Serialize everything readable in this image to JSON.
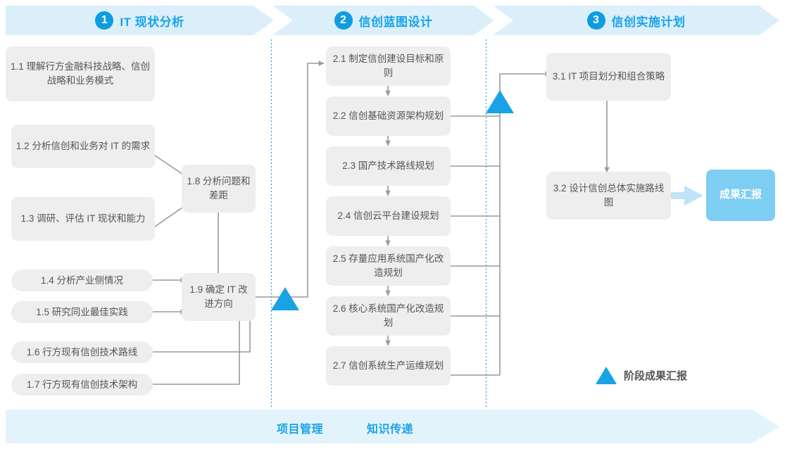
{
  "phases": [
    {
      "num": "1",
      "label": "IT 现状分析"
    },
    {
      "num": "2",
      "label": "信创蓝图设计"
    },
    {
      "num": "3",
      "label": "信创实施计划"
    }
  ],
  "colors": {
    "accent": "#1aa3e8",
    "phase_band": "#dbeffb",
    "bottom_band": "#e3f3fc",
    "node_fill": "#eeeeee",
    "node_text": "#555555",
    "result_fill": "#7ecdf2",
    "connector": "#999999",
    "milestone": "#19a3e4",
    "divider": "#2aa9e0"
  },
  "column1": [
    {
      "id": "1.1",
      "text": "1.1 理解行方金融科技战略、信创战略和业务模式"
    },
    {
      "id": "1.2",
      "text": "1.2 分析信创和业务对 IT 的需求"
    },
    {
      "id": "1.3",
      "text": "1.3 调研、评估 IT 现状和能力"
    },
    {
      "id": "1.4",
      "text": "1.4 分析产业侧情况"
    },
    {
      "id": "1.5",
      "text": "1.5 研究同业最佳实践"
    },
    {
      "id": "1.6",
      "text": "1.6 行方现有信创技术路线"
    },
    {
      "id": "1.7",
      "text": "1.7 行方现有信创技术架构"
    }
  ],
  "column1_merge": [
    {
      "id": "1.8",
      "text": "1.8 分析问题和差距"
    },
    {
      "id": "1.9",
      "text": "1.9 确定 IT 改进方向"
    }
  ],
  "column2": [
    {
      "id": "2.1",
      "text": "2.1 制定信创建设目标和原则"
    },
    {
      "id": "2.2",
      "text": "2.2 信创基础资源架构规划"
    },
    {
      "id": "2.3",
      "text": "2.3 国产技术路线规划"
    },
    {
      "id": "2.4",
      "text": "2.4 信创云平台建设规划"
    },
    {
      "id": "2.5",
      "text": "2.5 存量应用系统国产化改造规划"
    },
    {
      "id": "2.6",
      "text": "2.6 核心系统国产化改造规划"
    },
    {
      "id": "2.7",
      "text": "2.7 信创系统生产运维规划"
    }
  ],
  "column3": [
    {
      "id": "3.1",
      "text": "3.1 IT 项目划分和组合策略"
    },
    {
      "id": "3.2",
      "text": "3.2 设计信创总体实施路线图"
    }
  ],
  "result": {
    "text": "成果汇报"
  },
  "legend": {
    "icon": "triangle-milestone-icon",
    "text": "阶段成果汇报"
  },
  "bottom_bar": {
    "labels": [
      "项目管理",
      "知识传递"
    ]
  }
}
